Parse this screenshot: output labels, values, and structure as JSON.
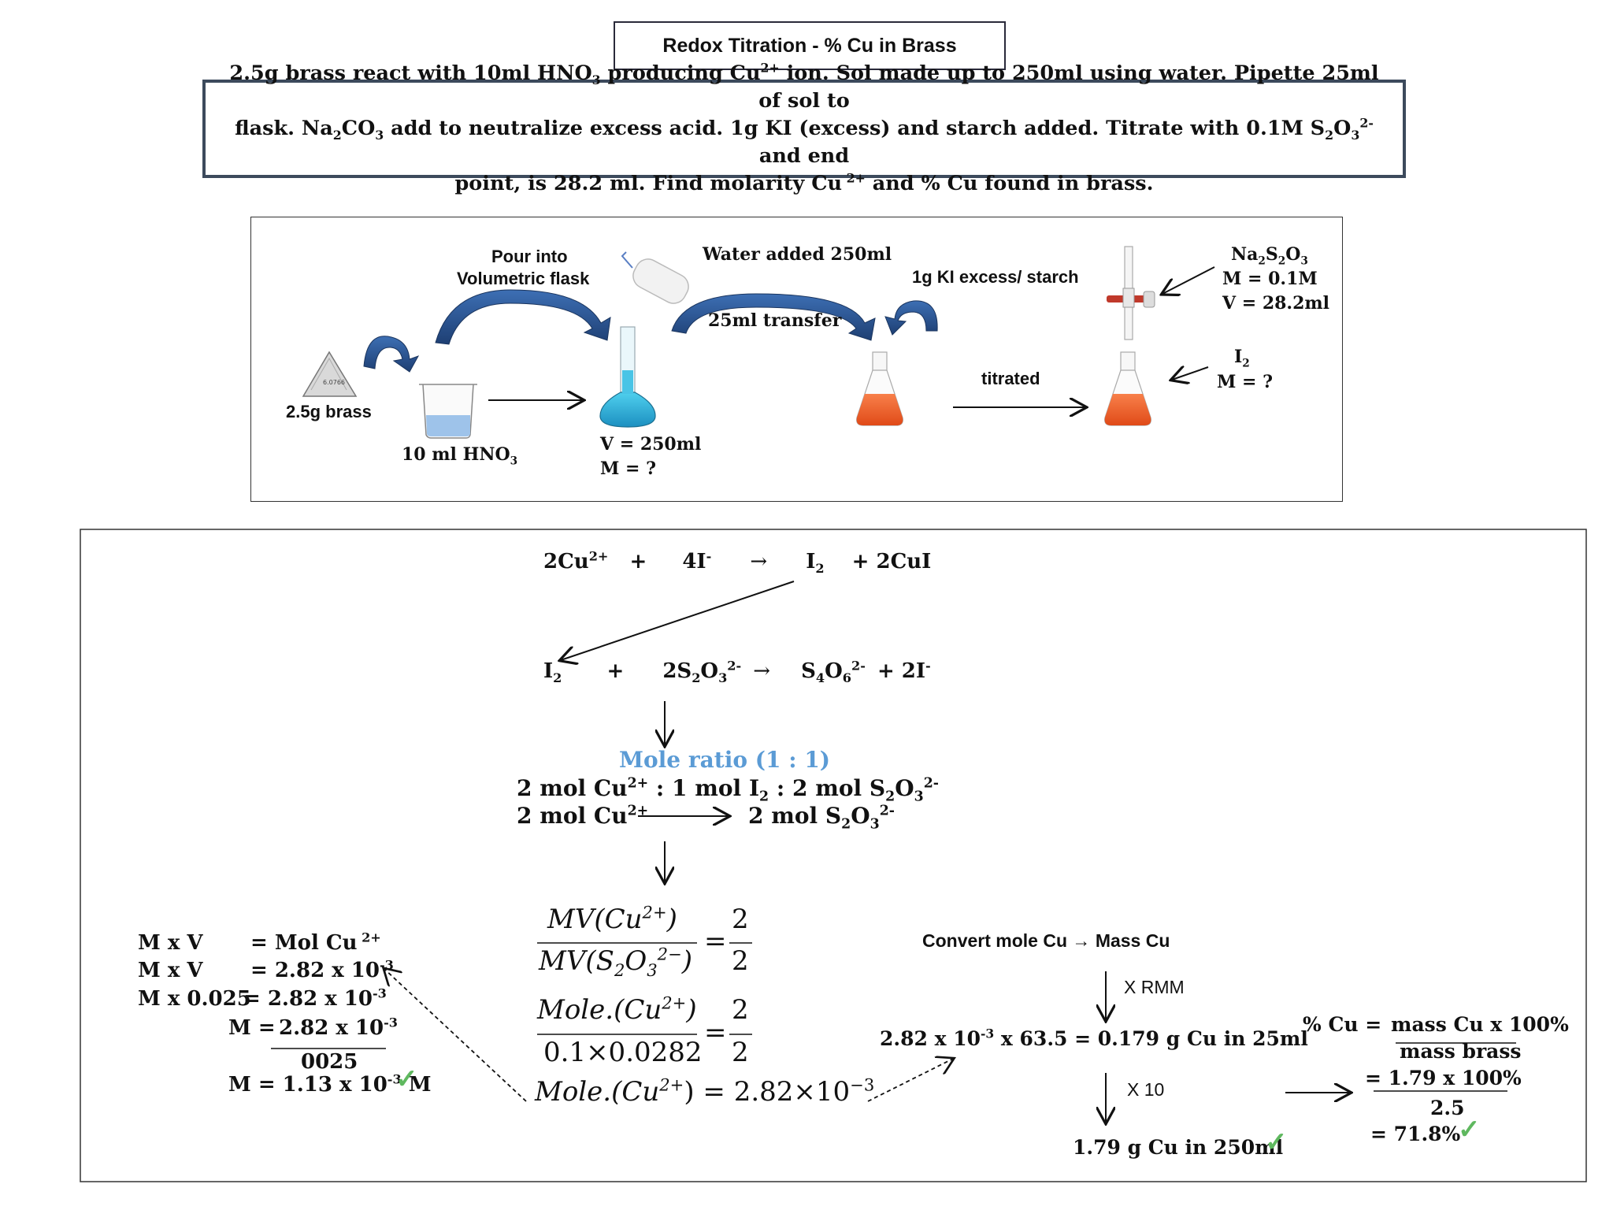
{
  "title": "Redox Titration - % Cu in Brass",
  "problem": {
    "line1": "2.5g brass react with 10ml HNO",
    "line1_sub": "3",
    "line1_rest": " producing Cu",
    "line1_sup": "2+",
    "line1_end": " ion. Sol made up to 250ml using water. Pipette 25ml of sol to",
    "line2": "flask. Na",
    "line2_sub1": "2",
    "line2_b": "CO",
    "line2_sub2": "3",
    "line2_c": " add to neutralize excess acid. 1g KI (excess) and starch added. Titrate with 0.1M S",
    "line2_sub3": "2",
    "line2_d": "O",
    "line2_sub4": "3",
    "line2_sup": "2-",
    "line2_end": " and end",
    "line3": "point, is 28.2 ml. Find molarity Cu",
    "line3_sup": " 2+",
    "line3_end": " and % Cu found in brass."
  },
  "lab": {
    "pour_into": "Pour into",
    "volumetric_flask": "Volumetric flask",
    "water_added": "Water added 250ml",
    "transfer": "25ml transfer",
    "ki_starch": "1g KI excess/ starch",
    "brass": "2.5g brass",
    "hno3": "10 ml HNO",
    "hno3_sub": "3",
    "v_250": "V = 250ml",
    "m_q": "M = ?",
    "titrated": "titrated",
    "na2s2o3": "Na",
    "na_sub1": "2",
    "na_s": "S",
    "na_sub2": "2",
    "na_o": "O",
    "na_sub3": "3",
    "m_01": "M = 0.1M",
    "v_282": "V  = 28.2ml",
    "i2": "I",
    "i2_sub": "2",
    "i2_m": "M = ?",
    "powder_label": "6.0766"
  },
  "reactions": {
    "r1_a": "2Cu",
    "r1_a_sup": "2+",
    "r1_plus1": "+",
    "r1_b": "4I",
    "r1_b_sup": "-",
    "r1_arrow": "→",
    "r1_c": "I",
    "r1_c_sub": "2",
    "r1_plus2": "+ 2CuI",
    "r2_a": "I",
    "r2_a_sub": "2",
    "r2_plus": "+",
    "r2_b": "2S",
    "r2_b_sub1": "2",
    "r2_b_o": "O",
    "r2_b_sub2": "3",
    "r2_b_sup": "2-",
    "r2_arrow": "→",
    "r2_c": "S",
    "r2_c_sub1": "4",
    "r2_c_o": "O",
    "r2_c_sub2": "6",
    "r2_c_sup": "2-",
    "r2_d": "+ 2I",
    "r2_d_sup": "-"
  },
  "mole_ratio": {
    "heading": "Mole ratio (1 : 1)",
    "line1_a": "2 mol Cu",
    "line1_sup1": "2+",
    "line1_b": " : 1 mol I",
    "line1_sub1": "2",
    "line1_c": " : 2 mol S",
    "line1_sub2": "2",
    "line1_d": "O",
    "line1_sub3": "3",
    "line1_sup2": "2-",
    "line2_a": "2 mol Cu",
    "line2_sup": "2+",
    "line2_b": "2 mol S",
    "line2_sub1": "2",
    "line2_c": "O",
    "line2_sub2": "3",
    "line2_sup2": "2-"
  },
  "formula": {
    "f1_num": "MV(Cu",
    "f1_num_sup": "2+",
    "f1_num_end": ")",
    "f1_den": "MV(S",
    "f1_den_sub1": "2",
    "f1_den_o": "O",
    "f1_den_sub2": "3",
    "f1_den_sup": "2−",
    "f1_den_end": ")",
    "eq": "=",
    "r_num": "2",
    "r_den": "2",
    "f2_num": "Mole.(Cu",
    "f2_num_sup": "2+",
    "f2_num_end": ")",
    "f2_den": "0.1×0.0282",
    "f3": "Mole.(Cu",
    "f3_sup": "2+",
    "f3_mid": ") = 2.82×10",
    "f3_exp": "−3"
  },
  "molarity": {
    "l1_a": "M x V",
    "l1_b": "=  Mol Cu",
    "l1_sup": " 2+",
    "l2_a": "M x V",
    "l2_b": "=  2.82 x 10",
    "l2_sup": "-3",
    "l3_a": "M x 0.025",
    "l3_b": "=  2.82 x 10",
    "l3_sup": "-3",
    "l4_a": "M =",
    "l4_b": "2.82 x 10",
    "l4_sup": "-3",
    "l5": "0025",
    "l6_a": "M = 1.13 x 10",
    "l6_sup": "-3",
    "l6_b": " M"
  },
  "mass": {
    "convert": "Convert mole Cu",
    "mass_cu": "Mass Cu",
    "x_rmm": "X RMM",
    "calc_a": "2.82 x 10",
    "calc_sup": "-3",
    "calc_b": " x 63.5  = 0.179 g Cu in 25ml",
    "x10": "X 10",
    "result": "1.79 g Cu in 250ml"
  },
  "percent": {
    "label": "% Cu  =",
    "num": "mass Cu x 100%",
    "den": "mass brass",
    "l2": "= 1.79  x 100%",
    "l3": "2.5",
    "l4": "=  71.8%"
  },
  "colors": {
    "blue_arrow": "#2f5b9a",
    "mole_ratio_text": "#5b9bd5",
    "solution_blue": "#2bb3d9",
    "solution_orange": "#f2632b",
    "check_green": "#5fb85f"
  }
}
